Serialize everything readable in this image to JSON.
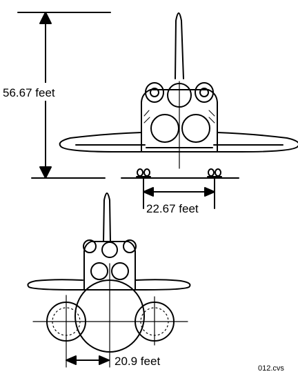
{
  "labels": {
    "height": "56.67 feet",
    "gear_track": "22.67 feet",
    "stack_spacing": "20.9 feet",
    "figure_ref": "012.cvs"
  },
  "colors": {
    "ink": "#000000",
    "paper": "#ffffff"
  }
}
